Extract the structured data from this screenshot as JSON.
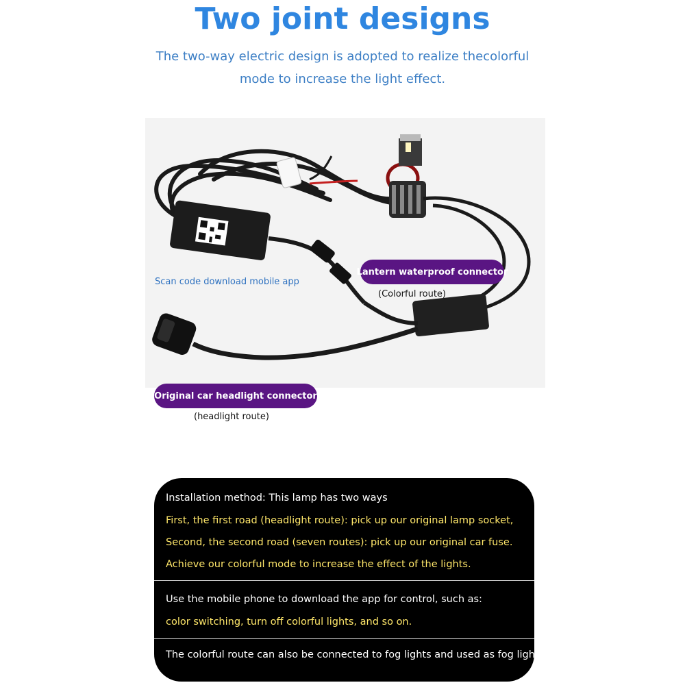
{
  "title": "Two joint designs",
  "subtitle": {
    "line1": "The two-way electric design is adopted to realize thecolorful",
    "line2": "mode to increase the light effect."
  },
  "photo": {
    "qr_note": "Scan code download mobile app",
    "lantern_label": "Lantern waterproof connector",
    "lantern_route": "(Colorful route)",
    "original_label": "Original car headlight connector",
    "original_route": "(headlight route)"
  },
  "panel": {
    "heading": "Installation method: This lamp has two ways",
    "step1": "First, the first road (headlight route): pick up our original lamp socket,",
    "step2": "Second, the second road (seven routes): pick up our original car fuse.",
    "step3": "Achieve our colorful mode to increase the effect of the lights.",
    "app_intro": "Use the mobile phone to download the app for control, such as:",
    "app_examples": "color switching, turn off colorful lights, and so on.",
    "fog_note": "The colorful route can also be connected to fog lights and used as fog lights."
  },
  "colors": {
    "title": "#2f86e0",
    "subtitle": "#3d7fc5",
    "label_pill": "#5a1583",
    "panel_bg": "#000000",
    "highlight_text": "#ffe76a"
  }
}
